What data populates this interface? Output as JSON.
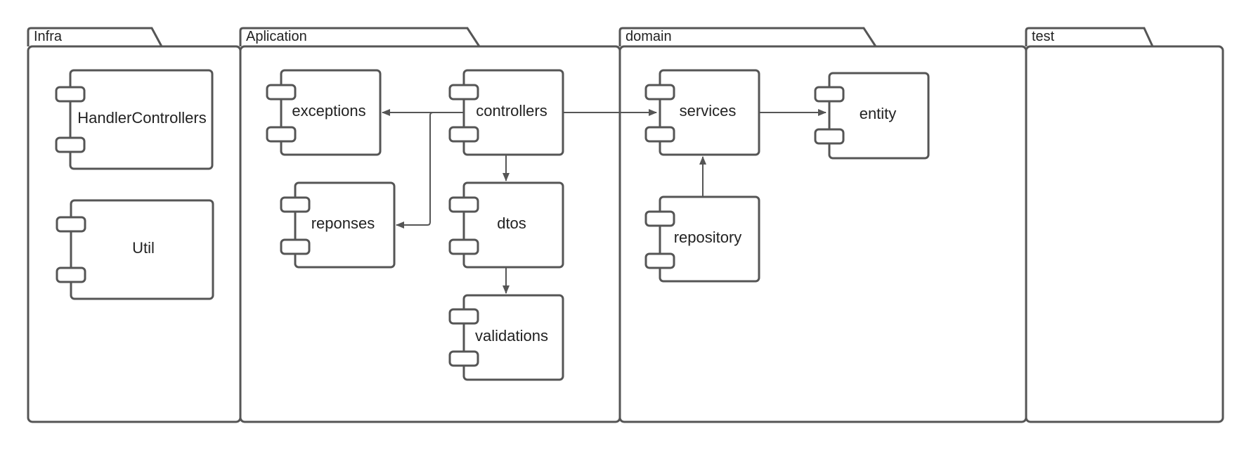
{
  "colors": {
    "stroke": "#555555",
    "background": "#ffffff",
    "text": "#222222"
  },
  "packages": {
    "infra": {
      "label": "Infra"
    },
    "application": {
      "label": "Aplication"
    },
    "domain": {
      "label": "domain"
    },
    "test": {
      "label": "test"
    }
  },
  "components": {
    "handler_controllers": {
      "label": "HandlerControllers"
    },
    "util": {
      "label": "Util"
    },
    "exceptions": {
      "label": "exceptions"
    },
    "controllers": {
      "label": "controllers"
    },
    "reponses": {
      "label": "reponses"
    },
    "dtos": {
      "label": "dtos"
    },
    "validations": {
      "label": "validations"
    },
    "services": {
      "label": "services"
    },
    "entity": {
      "label": "entity"
    },
    "repository": {
      "label": "repository"
    }
  },
  "relations": [
    {
      "from": "controllers",
      "to": "exceptions"
    },
    {
      "from": "controllers",
      "to": "reponses"
    },
    {
      "from": "controllers",
      "to": "dtos"
    },
    {
      "from": "dtos",
      "to": "validations"
    },
    {
      "from": "controllers",
      "to": "services"
    },
    {
      "from": "services",
      "to": "entity"
    },
    {
      "from": "repository",
      "to": "services"
    }
  ]
}
